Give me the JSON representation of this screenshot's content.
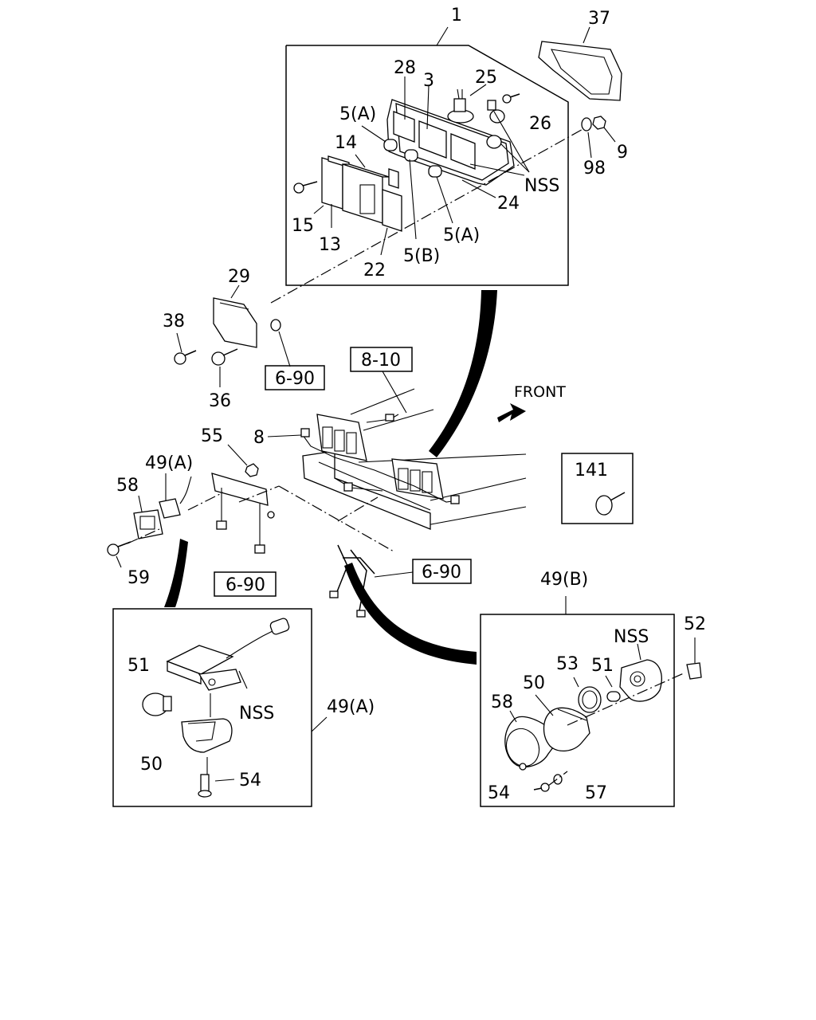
{
  "labels": {
    "p1": "1",
    "p37": "37",
    "p28": "28",
    "p3": "3",
    "p25": "25",
    "p26": "26",
    "p5a_1": "5(A)",
    "p14": "14",
    "p15": "15",
    "p13": "13",
    "p22": "22",
    "p5b": "5(B)",
    "p5a_2": "5(A)",
    "p24": "24",
    "nss_top": "NSS",
    "p9": "9",
    "p98": "98",
    "p29": "29",
    "p38": "38",
    "p36": "36",
    "ref_6_90_a": "6-90",
    "ref_8_10": "8-10",
    "front": "FRONT",
    "p8": "8",
    "p55": "55",
    "p49a_top": "49(A)",
    "p58_left": "58",
    "p59": "59",
    "ref_6_90_b": "6-90",
    "ref_6_90_c": "6-90",
    "p141": "141",
    "p49b": "49(B)",
    "p51_left": "51",
    "nss_left": "NSS",
    "p50_left": "50",
    "p54_left": "54",
    "p49a_box": "49(A)",
    "nss_right": "NSS",
    "p52": "52",
    "p53": "53",
    "p51_right": "51",
    "p50_right": "50",
    "p58_right": "58",
    "p54_right": "54",
    "p57": "57"
  }
}
